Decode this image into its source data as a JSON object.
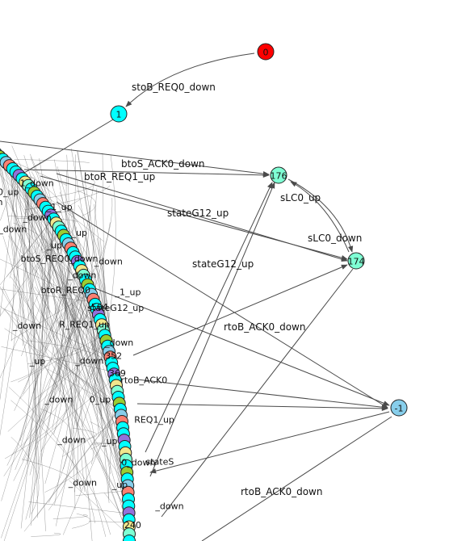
{
  "graph": {
    "colors": {
      "red": "#ff0000",
      "cyan": "#00ffff",
      "mint": "#7fffd4",
      "sky": "#87ceeb",
      "violet": "#9370db",
      "salmon": "#fa8072",
      "lime": "#9acd32",
      "khaki": "#f0e68c",
      "edge": "#4a4a4a"
    },
    "nodes": [
      {
        "id": "n0",
        "label": "0",
        "color": "red"
      },
      {
        "id": "n1",
        "label": "1",
        "color": "cyan"
      },
      {
        "id": "n176",
        "label": "176",
        "color": "mint"
      },
      {
        "id": "n174",
        "label": "174",
        "color": "mint"
      },
      {
        "id": "nm1",
        "label": "-1",
        "color": "sky"
      }
    ],
    "edge_labels": [
      {
        "id": "e1",
        "text": "stoB_REQ0_down"
      },
      {
        "id": "e2",
        "text": "btoS_ACK0_down"
      },
      {
        "id": "e3",
        "text": "btoR_REQ1_up"
      },
      {
        "id": "e4",
        "text": "sLC0_up"
      },
      {
        "id": "e5",
        "text": "stateG12_up"
      },
      {
        "id": "e6",
        "text": "sLC0_down"
      },
      {
        "id": "e7",
        "text": "stateG12_up"
      },
      {
        "id": "e8",
        "text": "rtoB_ACK0_down"
      },
      {
        "id": "e9",
        "text": "rtoB_ACK0_down"
      }
    ],
    "arc_labels": [
      "564",
      "369",
      "352",
      "240",
      "0_down"
    ],
    "clutter_labels": [
      "0_down",
      "_up",
      "1_down",
      "_down",
      "0_up",
      "_1_up",
      "_down",
      "_down",
      "_up",
      "_down",
      "_up",
      "_down",
      "btoS_REQ0_down",
      "_down",
      "_1_up",
      "btoR_REQ0",
      "stateG12_up",
      "_down",
      "R_REQ1_up",
      "_down",
      "_up",
      "_down",
      "rtoB_ACK0",
      "_down",
      "0_up",
      "REQ1_up",
      "_down",
      "_up",
      "stateS",
      "_down",
      "_up",
      "_down"
    ]
  }
}
